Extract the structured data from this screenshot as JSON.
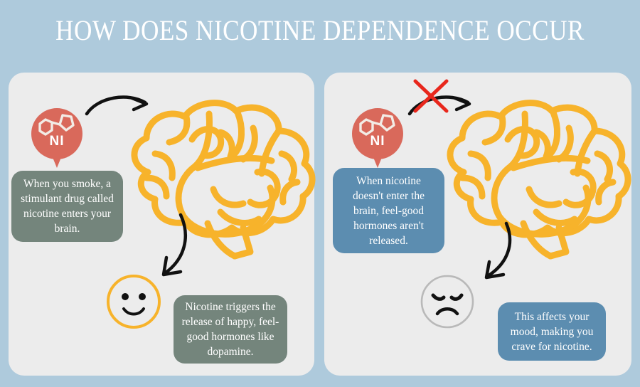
{
  "theme": {
    "background": "#aecadc",
    "panel_bg": "#ececec",
    "brain_color": "#f7b32b",
    "pin_color": "#d9695b",
    "caption_sage": "#74857c",
    "caption_blue": "#5c8db0",
    "title_color": "#ffffff",
    "arrow_color": "#111111",
    "x_color": "#e8271c",
    "sad_face_outline": "#b9b9b9"
  },
  "header": {
    "title": "HOW DOES NICOTINE DEPENDENCE OCCUR"
  },
  "panels": [
    {
      "id": "panel-left",
      "name": "nicotine-enters-brain",
      "pin": {
        "label": "NI",
        "icon": "nicotine-molecule-icon"
      },
      "arrows": [
        {
          "name": "arrow-to-brain",
          "direction": "right",
          "blocked": false
        },
        {
          "name": "arrow-to-face",
          "direction": "down-left",
          "blocked": false
        }
      ],
      "brain": {
        "icon": "brain-icon",
        "color": "#f7b32b"
      },
      "face": {
        "name": "happy-face-icon",
        "expression": "happy",
        "outline": "#f7b32b"
      },
      "captions": [
        {
          "name": "caption-nicotine-enters",
          "style": "sage",
          "text": "When you smoke, a stimulant drug called nicotine enters your brain."
        },
        {
          "name": "caption-dopamine-release",
          "style": "sage",
          "text": "Nicotine triggers the release of happy, feel-good hormones like dopamine."
        }
      ]
    },
    {
      "id": "panel-right",
      "name": "nicotine-blocked",
      "pin": {
        "label": "NI",
        "icon": "nicotine-molecule-icon"
      },
      "arrows": [
        {
          "name": "arrow-to-brain-blocked",
          "direction": "right",
          "blocked": true,
          "block_marker": "red-x-icon"
        },
        {
          "name": "arrow-to-face",
          "direction": "down-left",
          "blocked": false
        }
      ],
      "brain": {
        "icon": "brain-icon",
        "color": "#f7b32b"
      },
      "face": {
        "name": "sad-face-icon",
        "expression": "sad",
        "outline": "#b9b9b9"
      },
      "captions": [
        {
          "name": "caption-no-hormones",
          "style": "blue",
          "text": "When nicotine doesn't enter the brain, feel-good hormones aren't released."
        },
        {
          "name": "caption-craving",
          "style": "blue",
          "text": "This affects your mood, making you crave for nicotine."
        }
      ]
    }
  ]
}
